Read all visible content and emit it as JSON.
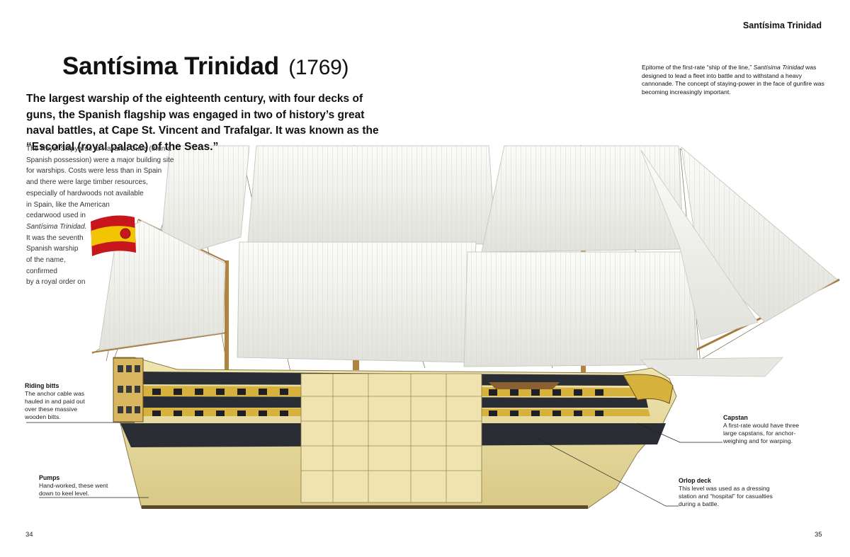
{
  "header": {
    "running_head": "Santísima Trinidad"
  },
  "title": {
    "main": "Santísima Trinidad",
    "year": "(1769)"
  },
  "intro": "The largest warship of the eighteenth century, with four decks of guns, the Spanish flagship was engaged in two of history’s great naval battles, at Cape St. Vincent and Trafalgar. It was known as the “Escorial (royal palace) of the Seas.”",
  "epitome": {
    "before": "Epitome of the first-rate “ship of the line,” ",
    "italic": "Santísima Trinidad",
    "after": " was designed to lead a fleet into battle and to withstand a heavy cannonade. The concept of staying-power in the face of gunfire was becoming increasingly important."
  },
  "body_lines": [
    "The Royal Shipyards at Havana, Cuba (then a",
    "Spanish possession) were a major building site",
    "for warships. Costs were less than in Spain",
    "and there were large timber resources,",
    "especially of hardwoods not available",
    "in Spain, like the American",
    "cedarwood used in",
    "Santísima Trinidad.",
    "It was the seventh",
    "Spanish warship",
    "of the name,",
    "confirmed",
    "by a royal order on"
  ],
  "callouts": {
    "riding_bitts": {
      "title": "Riding bitts",
      "lines": [
        "The anchor cable was",
        "hauled in and paid out",
        "over these massive",
        "wooden bitts."
      ]
    },
    "pumps": {
      "title": "Pumps",
      "lines": [
        "Hand-worked, these went",
        "down to keel level."
      ]
    },
    "capstan": {
      "title": "Capstan",
      "lines": [
        "A first-rate would have three",
        "large capstans, for anchor-",
        "weighing and for warping."
      ]
    },
    "orlop_deck": {
      "title": "Orlop deck",
      "lines": [
        "This level was used as a dressing",
        "station and “hospital” for casualties",
        "during a battle."
      ]
    }
  },
  "page_numbers": {
    "left": "34",
    "right": "35"
  },
  "colors": {
    "hull_dark": "#2a2d33",
    "hull_light": "#e8dc9c",
    "gunport": "#1e2026",
    "stripe_yellow": "#d6b23c",
    "sail": "#f1f1ee",
    "wood": "#a87a3e",
    "flag_red": "#c8161d",
    "flag_yellow": "#f2c500"
  }
}
